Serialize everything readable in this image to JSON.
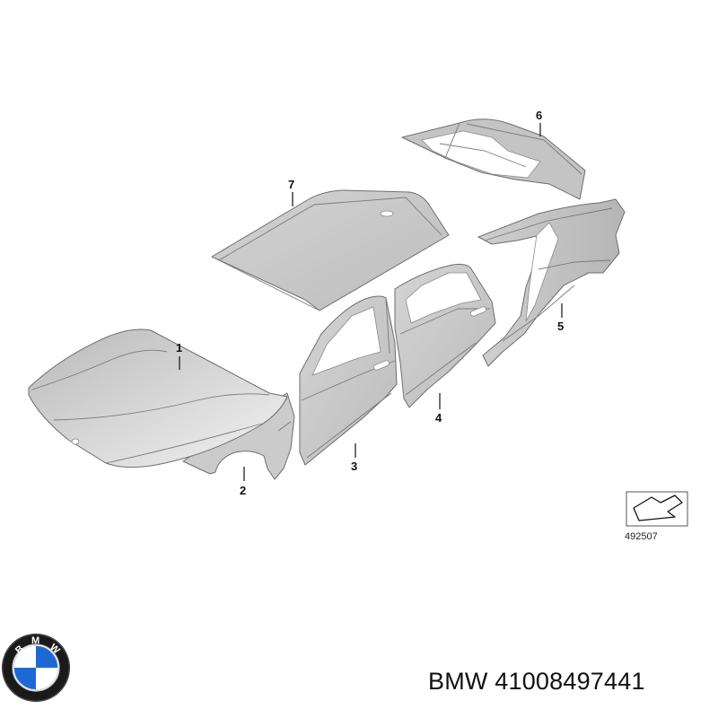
{
  "diagram": {
    "callouts": [
      {
        "id": "hood",
        "label": "1"
      },
      {
        "id": "front-fender",
        "label": "2"
      },
      {
        "id": "front-door",
        "label": "3"
      },
      {
        "id": "rear-door",
        "label": "4"
      },
      {
        "id": "side-frame",
        "label": "5"
      },
      {
        "id": "trunk-lid",
        "label": "6"
      },
      {
        "id": "roof",
        "label": "7"
      }
    ],
    "reference_number": "492507"
  },
  "footer": {
    "brand_logo_text": "BMW",
    "part_number": "BMW 41008497441"
  },
  "colors": {
    "panel_fill": "#c9c9c9",
    "panel_light": "#e4e4e4",
    "panel_dark": "#a8a8a8",
    "logo_blue": "#1c69d4",
    "logo_ring": "#1a1a1a"
  },
  "icons": [
    "arrow-icon",
    "bmw-logo-icon"
  ]
}
